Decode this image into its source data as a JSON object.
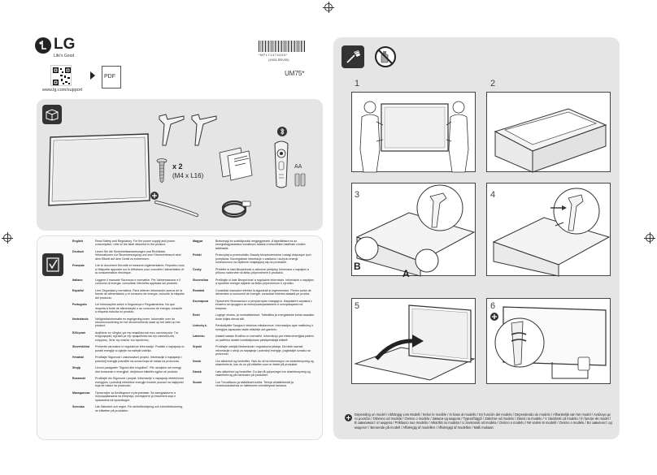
{
  "header": {
    "brand": "LG",
    "tagline": "Life's Good",
    "support_url": "www.lg.com/support",
    "pdf_label": "PDF",
    "barcode_text": "*MFL71474405*",
    "part_number": "(1903-REV00)",
    "model": "UM75*"
  },
  "accessories": {
    "screw_count": "x 2",
    "screw_size": "(M4 x L16)",
    "battery_label": "AA"
  },
  "steps": [
    "1",
    "2",
    "3",
    "4",
    "5",
    "6"
  ],
  "step3_labels": {
    "a": "A",
    "b": "B"
  },
  "footnote": "Depending on model / Abhängig vom Modell / Selon le modèle / In base al modello / En función del modelo / Dependendo do modelo / Afhankelijk van het model / Ανάλογα με το μοντέλο / Odvisno od modela / Ovisno o modelu / Зависи од модела / Typuszfüggő / Zależnie od modelu / Závisí na modelu / V závislosti od modelu / În funcție de model / В зависимост от модела / Priklauso nuo modelio / Atkarībā no modeļa / U zavisnosti od modela / Ovisno o modelu / Në varësi të modelit / Ovisno o modelu / Во зависност од моделот / Beroende på modell / Afhængig af modellen / Afhængigt af modellen / Malli mukaan",
  "languages_left": [
    {
      "name": "English",
      "text": "Read Safety and Regulatory. For the power supply and power consumption, refer to the label attached to the product."
    },
    {
      "name": "Deutsch",
      "text": "Lesen Sie die Sicherheitsanweisungen und Richtlinien. Informationen zur Stromversorgung und zum Stromverbrauch sind dem Etikett auf dem Gerät zu entnehmen."
    },
    {
      "name": "Français",
      "text": "Lire le document Sécurité et mesures réglementaires. Reportez-vous à l'étiquette apposée sur le téléviseur pour connaître l'alimentation et la consommation électrique."
    },
    {
      "name": "Italiano",
      "text": "Leggere il manuale Sicurezza e normative. Per l'alimentazione e il consumo di energia, consultare l'etichetta applicata sul prodotto."
    },
    {
      "name": "Español",
      "text": "Leer Seguridad y normativa. Para obtener información acerca de la fuente de alimentación y el consumo de energía, consulte la etiqueta del producto."
    },
    {
      "name": "Português",
      "text": "Ler informações sobre a Segurança e Regulamentos. No que respeita à fonte de alimentação e ao consumo de energia, consulte a etiqueta incluída no produto."
    },
    {
      "name": "Nederlands",
      "text": "Veiligheidsinformatie en regelgeving lezen. Informatie over de stroomvoorziening en het stroomverbruik staat op het label op het product."
    },
    {
      "name": "Ελληνικά",
      "text": "Διαβάστε τις οδηγίες για την ασφάλεια και τους κανονισμούς. Για πληροφορίες σχετικά με την τροφοδοσία και την κατανάλωση ενέργειας, δείτε την ετικέτα του προϊόντος."
    },
    {
      "name": "Slovenščina",
      "text": "Preberite varnostne in regulativne informacije. Podatki o napajanju in porabi energije si oglejte na nalepki izdelka."
    },
    {
      "name": "Hrvatski",
      "text": "Pročitajte Sigurnost i zakonodavni propisi. Informacije o napajanju i potrošnji energije potražite na oznaci koja se nalazi na proizvodu."
    },
    {
      "name": "Shqip",
      "text": "Lexoni paragrafin \"Siguria dhe rregullimi\". Për uzhqimin me energji dhe konsumin e energjisë, drejtohuni etiketës ngjitur në produkt."
    },
    {
      "name": "Bosanski",
      "text": "Pročitajte dio Sigurnost i propisi. Informacije o napajanju električnom energijom i potrošnji električne energije možete pronaći na naljepnici koja se nalazi na proizvodu."
    },
    {
      "name": "Македонски",
      "text": "Прочитајте за Безбедност и регулативи. За напојувањето и потрошувачката на енергија, погледнете ја етикетата која е прикачена на производот."
    },
    {
      "name": "Svenska",
      "text": "Läs Säkerhet och regler. För strömförsörjning och strömförbrukning, se etiketten på produkten."
    }
  ],
  "languages_right": [
    {
      "name": "Magyar",
      "text": "Biztonsági és szabályozási megjegyzések. A tápellátásra és az energiafogyasztásra vonatkozó adatok a készüléken található címkén találhatók."
    },
    {
      "name": "Polski",
      "text": "Przeczytaj w przewodniku Zasady bezpieczeństwa i uwagi dotyczące tych przepisów. Szczegółowe informacje o zasilaniu i zużyciu energii umieszczono na etykiecie znajdującej się na produkcie."
    },
    {
      "name": "Česky",
      "text": "Přečtěte si část Bezpečnost a zákonné předpisy. Informace o napájení a příkonu naleznete na štítku připevněném k produktu."
    },
    {
      "name": "Slovenčina",
      "text": "Prečítajte si časť Bezpečnosť a regulačné informácie. Informácie o napájaní a spotrebe energie nájdete na štítku pripevnenom k výrobku."
    },
    {
      "name": "Română",
      "text": "Consultați manualul referitor la siguranță și reglementare. Pentru surse de alimentare și consumul de energie, consultați eticheta atașată pe produs."
    },
    {
      "name": "Български",
      "text": "Прочетете безопасност и регулаторни стандарти. Направете справка с етикета на продукта за електрозахранването и консумацията на енергия."
    },
    {
      "name": "Eesti",
      "text": "Lugege ohutus- ja normatiivteavet. Toiteallika ja energiatarbe kohta vaadake toote küljes olevat silti."
    },
    {
      "name": "Lietuvių k.",
      "text": "Perskaitykite Saugos ir teisinius reikalavimus. Informacijos apie maitinimą ir energijos sąnaudas rasite etiketėje ant gaminio."
    },
    {
      "name": "Latviešu",
      "text": "Izlasiet sadaļu Drošība un normatīvi. Informāciju par elektroenerģijas padevi un patēriņu skatiet izstrādājumam piestiprinātajā etiķetē."
    },
    {
      "name": "Srpski",
      "text": "Pročitajte odeljak Bezbednost i regulatorna pitanja. Da biste saznali informacije o struji za napajanje i potrošnji energije, pogledajte oznaku na proizvodu."
    },
    {
      "name": "Norsk",
      "text": "Les sikkerhet og forskrifter. Hvis du vil ha informasjon om strømforsyning og strømforbruk, kan du se på etiketten som er festet på produktet."
    },
    {
      "name": "Dansk",
      "text": "Læs sikkerhed og forskrifter. Du kan få oplysninger om strømforsyning og strømforbrug på mærkaten på produktet."
    },
    {
      "name": "Suomi",
      "text": "Lue Turvallisuus ja säädökset-kohta. Tietoja virtalähteestä ja virrankulutuksesta on laitteeseen kiinnitetyssä tarrassa."
    }
  ]
}
